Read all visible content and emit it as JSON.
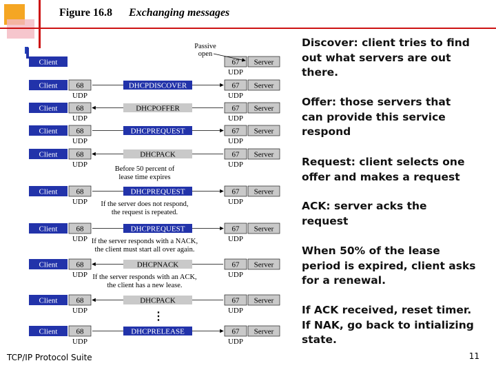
{
  "slide": {
    "figure_number": "Figure 16.8",
    "figure_title": "Exchanging messages",
    "footer": "TCP/IP Protocol Suite",
    "page_number": "11",
    "accent_colors": {
      "orange": "#f5a623",
      "red": "#cc1111",
      "blue": "#2244bb",
      "box_fill": "#c9c9c9",
      "banner_fill": "#2233aa"
    }
  },
  "diagram": {
    "client_label": "Client",
    "server_label": "Server",
    "client_port": "68",
    "server_port": "67",
    "protocol": "UDP",
    "passive_open": [
      "Passive",
      "open"
    ],
    "ellipsis": "⋮",
    "messages": [
      {
        "label": "DHCPDISCOVER",
        "direction": "to-server",
        "highlight": true
      },
      {
        "label": "DHCPOFFER",
        "direction": "to-client",
        "highlight": false
      },
      {
        "label": "DHCPREQUEST",
        "direction": "to-server",
        "highlight": true
      },
      {
        "label": "DHCPACK",
        "direction": "to-client",
        "highlight": false
      },
      {
        "label": "DHCPREQUEST",
        "direction": "to-server",
        "highlight": true
      },
      {
        "label": "DHCPREQUEST",
        "direction": "to-server",
        "highlight": true
      },
      {
        "label": "DHCPNACK",
        "direction": "to-client",
        "highlight": false
      },
      {
        "label": "DHCPACK",
        "direction": "to-client",
        "highlight": false
      },
      {
        "label": "DHCPRELEASE",
        "direction": "to-server",
        "highlight": true
      }
    ],
    "notes": [
      [
        "Before 50 percent of",
        "lease time expires"
      ],
      [
        "If the server does not respond,",
        "the request is repeated."
      ],
      [
        "If the server responds with a NACK,",
        "the client must start all over again."
      ],
      [
        "If the server responds with an ACK,",
        "the client has a new lease."
      ]
    ]
  },
  "bullets": [
    [
      "Discover: client tries to find",
      "out what servers are out",
      "there."
    ],
    [
      "Offer: those servers that",
      "can provide this service",
      "respond"
    ],
    [
      "Request: client selects one",
      "offer and makes a request"
    ],
    [
      "ACK: server acks the",
      "request"
    ],
    [
      "When 50% of the lease",
      "period is expired, client asks",
      "for a renewal."
    ],
    [
      "If ACK received, reset timer.",
      "If NAK, go back to intializing",
      "state."
    ]
  ]
}
